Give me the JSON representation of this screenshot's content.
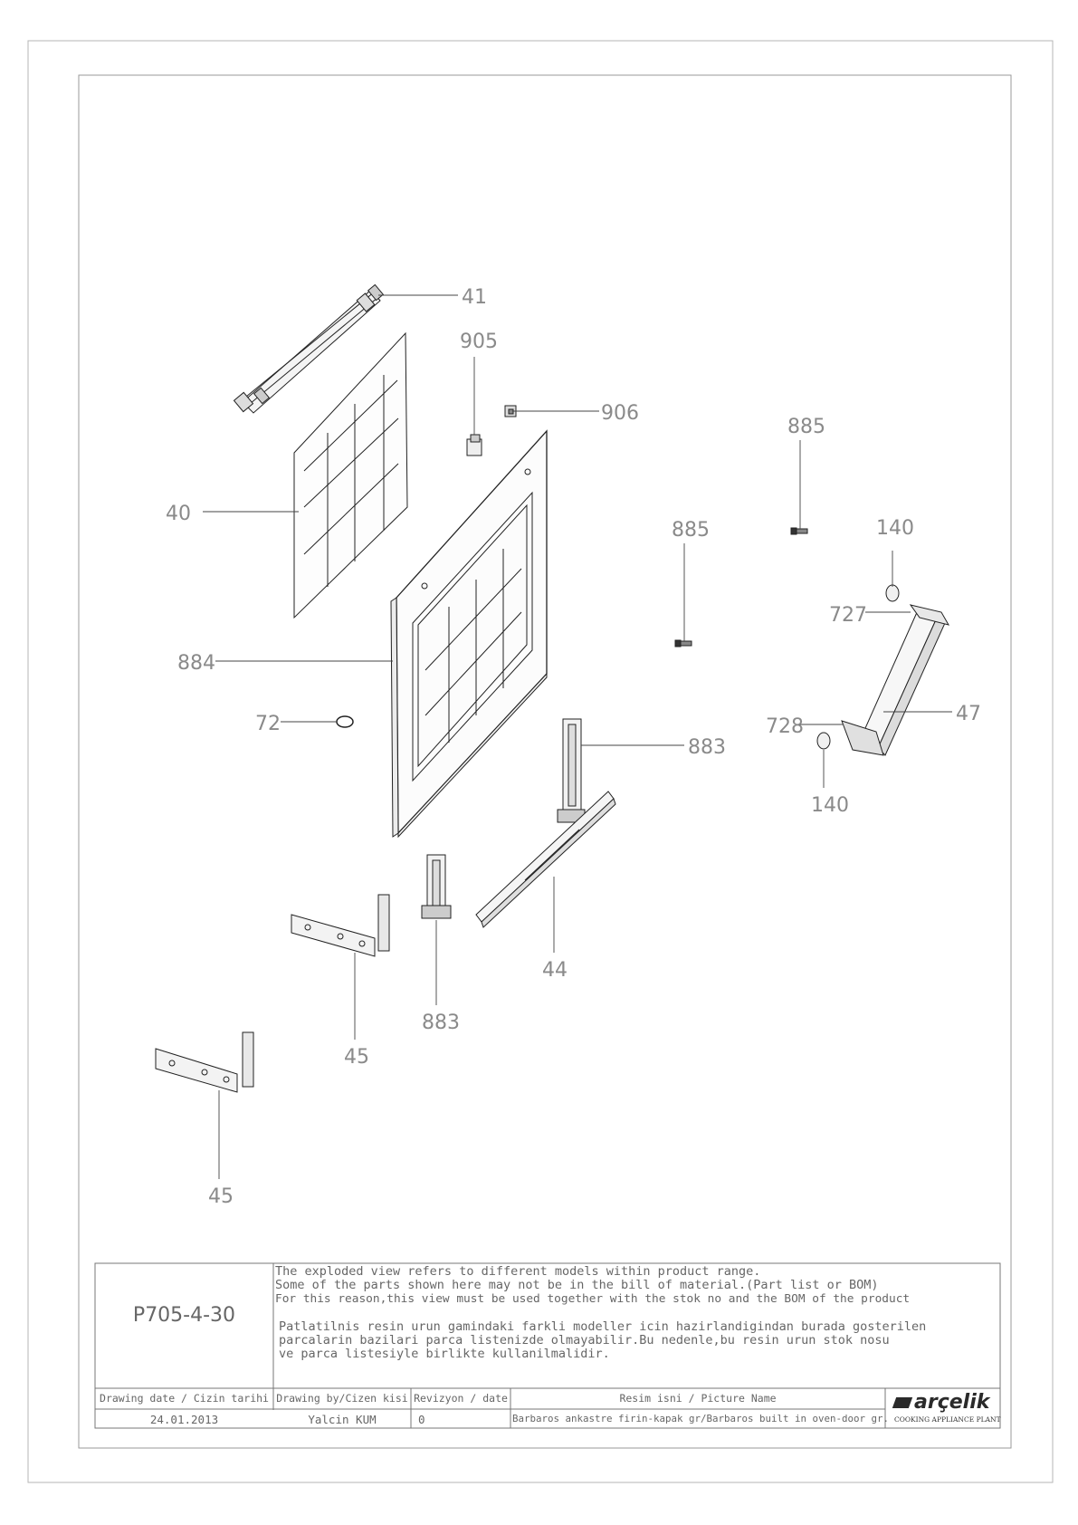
{
  "callouts": {
    "p41": "41",
    "p905": "905",
    "p906": "906",
    "p885a": "885",
    "p40": "40",
    "p885b": "885",
    "p140a": "140",
    "p727": "727",
    "p884": "884",
    "p72": "72",
    "p883a": "883",
    "p728": "728",
    "p47": "47",
    "p140b": "140",
    "p44": "44",
    "p883b": "883",
    "p45a": "45",
    "p45b": "45"
  },
  "title_block": {
    "drawing_no": "P705-4-30",
    "note_en": [
      "The exploded view refers to different models within product range.",
      "Some of the parts shown here may not be in the bill of material.(Part list or BOM)",
      "For this reason,this view must be used together with the stok no and the BOM of the product"
    ],
    "note_tr": [
      "Patlatilnis resin urun gamindaki farkli modeller icin hazirlandigindan burada gosterilen",
      "parcalarin bazilari parca listenizde olmayabilir.Bu nedenle,bu resin urun stok nosu",
      "ve parca listesiyle birlikte kullanilmalidir."
    ],
    "headers": {
      "date": "Drawing date / Cizin tarihi",
      "drawn_by": "Drawing by/Cizen kisi",
      "revision": "Revizyon / date",
      "picture_name": "Resim isni / Picture Name"
    },
    "values": {
      "date": "24.01.2013",
      "drawn_by": "Yalcin KUM",
      "revision": "0",
      "picture_name": "Barbaros ankastre firin-kapak gr/Barbaros built in oven-door gr."
    },
    "brand": "arçelik",
    "brand_sub": "COOKING APPLIANCE PLANT"
  }
}
